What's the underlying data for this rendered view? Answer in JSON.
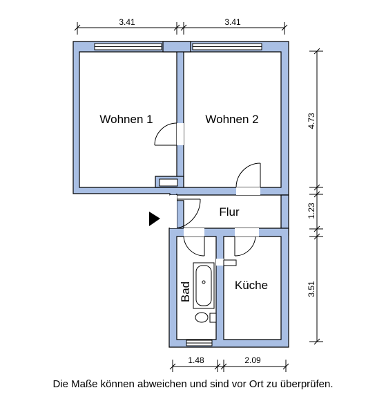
{
  "rooms": {
    "wohnen1": "Wohnen 1",
    "wohnen2": "Wohnen 2",
    "flur": "Flur",
    "bad": "Bad",
    "kueche": "Küche"
  },
  "dimensions": {
    "top_left": "3.41",
    "top_right": "3.41",
    "right_upper": "4.73",
    "right_middle": "1.23",
    "right_lower": "3.51",
    "bottom_left": "1.48",
    "bottom_right": "2.09"
  },
  "caption": "Die Maße können abweichen und sind vor Ort zu überprüfen.",
  "colors": {
    "wall_fill": "#a9bfe4",
    "wall_stroke": "#000000"
  },
  "icons": [
    "entrance-arrow-icon",
    "bathtub-icon",
    "toilet-icon",
    "door-swing-icon",
    "window-icon"
  ]
}
